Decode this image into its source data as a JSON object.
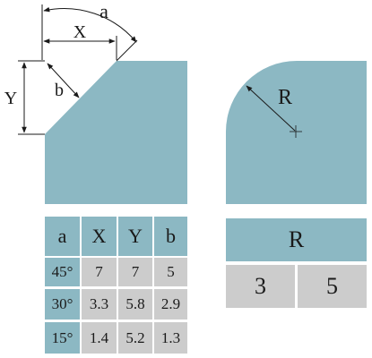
{
  "colors": {
    "fill": "#8cb8c3",
    "grey": "#cccccc",
    "line": "#1a1a1a"
  },
  "chamfer": {
    "dim_a": "a",
    "dim_x": "X",
    "dim_y": "Y",
    "dim_b": "b",
    "table": {
      "headers": [
        "a",
        "X",
        "Y",
        "b"
      ],
      "rows": [
        {
          "angle": "45°",
          "x": "7",
          "y": "7",
          "b": "5"
        },
        {
          "angle": "30°",
          "x": "3.3",
          "y": "5.8",
          "b": "2.9"
        },
        {
          "angle": "15°",
          "x": "1.4",
          "y": "5.2",
          "b": "1.3"
        }
      ]
    }
  },
  "radius": {
    "dim_r": "R",
    "table": {
      "header": "R",
      "values": [
        "3",
        "5"
      ]
    }
  }
}
